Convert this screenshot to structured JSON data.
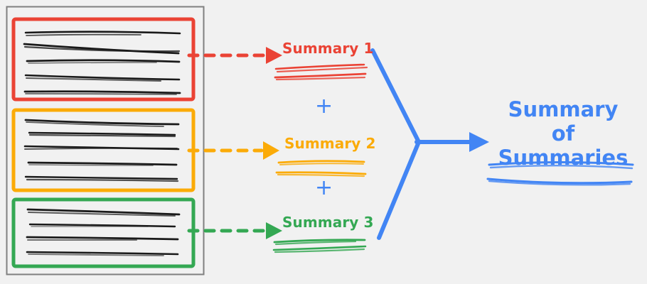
{
  "diagram": {
    "title": "Summary of Summaries hierarchical summarization diagram",
    "background_color": "#f1f1f1",
    "colors": {
      "red": "#ea4335",
      "orange": "#fbab08",
      "green": "#34a853",
      "blue": "#4285f4",
      "document_border": "#808080",
      "text_ink": "#1a1a1a"
    }
  },
  "source_document": {
    "name": "source-document",
    "border_color": "#808080",
    "chunks": [
      {
        "name": "chunk-1",
        "color": "#ea4335",
        "line_count": 5,
        "arrow": {
          "style": "dashed",
          "color": "#ea4335"
        }
      },
      {
        "name": "chunk-2",
        "color": "#fbab08",
        "line_count": 5,
        "arrow": {
          "style": "dashed",
          "color": "#fbab08"
        }
      },
      {
        "name": "chunk-3",
        "color": "#34a853",
        "line_count": 4,
        "arrow": {
          "style": "dashed",
          "color": "#34a853"
        }
      }
    ]
  },
  "summaries": [
    {
      "label": "Summary 1",
      "color": "#ea4335",
      "underline_count": 2
    },
    {
      "label": "Summary 2",
      "color": "#fbab08",
      "underline_count": 2
    },
    {
      "label": "Summary 3",
      "color": "#34a853",
      "underline_count": 2
    }
  ],
  "operators": [
    {
      "symbol": "+",
      "color": "#4285f4"
    },
    {
      "symbol": "+",
      "color": "#4285f4"
    }
  ],
  "merge_arrow": {
    "name": "merge-arrow",
    "color": "#4285f4",
    "shape": "converging-y-arrow"
  },
  "final_output": {
    "label": "Summary of\nSummaries",
    "line1": "Summary of",
    "line2": "Summaries",
    "color": "#4285f4",
    "underline_count": 2
  }
}
